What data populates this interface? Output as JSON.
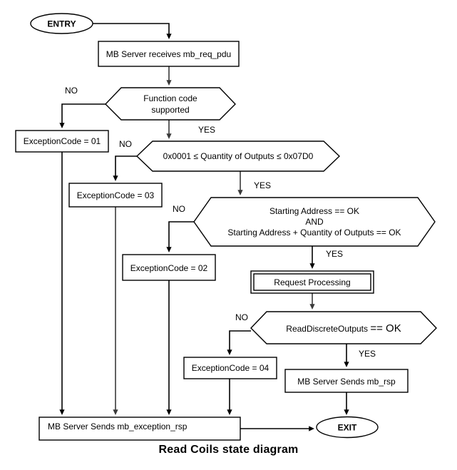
{
  "diagram": {
    "title": "Read Coils state diagram",
    "type": "flowchart",
    "nodes": {
      "entry": {
        "label": "ENTRY",
        "shape": "ellipse"
      },
      "receive": {
        "label": "MB Server receives mb_req_pdu",
        "shape": "rectangle"
      },
      "decision_function_code": {
        "label_line1": "Function code",
        "label_line2": "supported",
        "shape": "hexagon"
      },
      "exception_01": {
        "label": "ExceptionCode = 01",
        "shape": "rectangle"
      },
      "decision_quantity": {
        "label": "0x0001 ≤ Quantity of Outputs ≤ 0x07D0",
        "shape": "hexagon"
      },
      "exception_03": {
        "label": "ExceptionCode = 03",
        "shape": "rectangle"
      },
      "decision_address": {
        "label_line1": "Starting Address == OK",
        "label_line2": "AND",
        "label_line3": "Starting Address + Quantity of Outputs == OK",
        "shape": "hexagon"
      },
      "exception_02": {
        "label": "ExceptionCode = 02",
        "shape": "rectangle"
      },
      "request_processing": {
        "label": "Request Processing",
        "shape": "double-rectangle"
      },
      "decision_read": {
        "label_prefix": "ReadDiscreteOutputs ",
        "label_op": "== OK",
        "shape": "hexagon"
      },
      "exception_04": {
        "label": "ExceptionCode = 04",
        "shape": "rectangle"
      },
      "send_rsp": {
        "label": "MB Server Sends mb_rsp",
        "shape": "rectangle"
      },
      "send_exception_rsp": {
        "label": "MB Server Sends mb_exception_rsp",
        "shape": "rectangle"
      },
      "exit": {
        "label": "EXIT",
        "shape": "ellipse"
      }
    },
    "edge_labels": {
      "no_function_code": "NO",
      "yes_function_code": "YES",
      "no_quantity": "NO",
      "yes_quantity": "YES",
      "no_address": "NO",
      "yes_address": "YES",
      "no_read": "NO",
      "yes_read": "YES"
    },
    "colors": {
      "stroke": "#000000",
      "fill": "#ffffff",
      "text": "#000000"
    }
  }
}
